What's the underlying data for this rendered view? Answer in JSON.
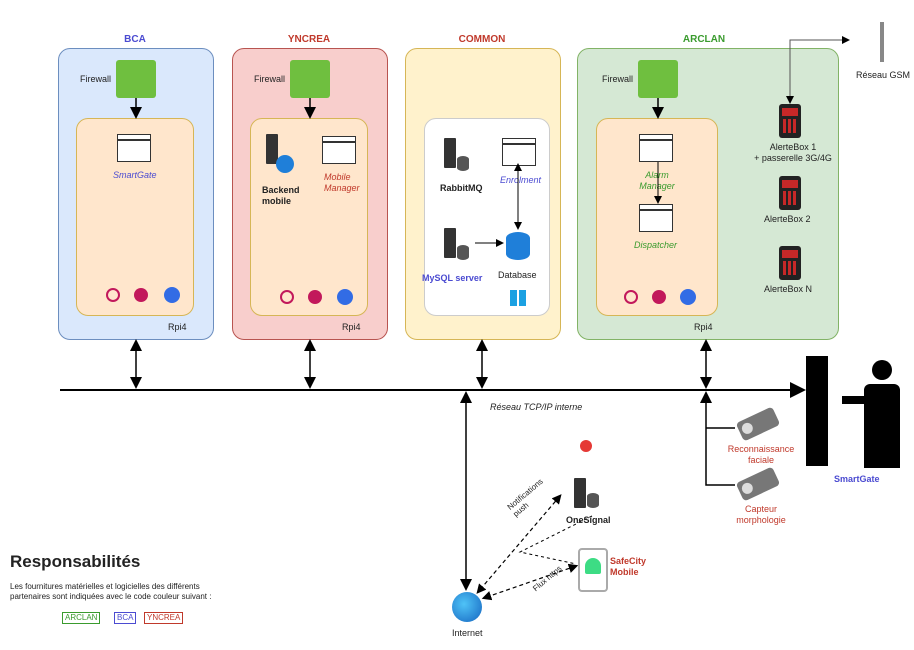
{
  "panels": {
    "bca": {
      "title": "BCA",
      "firewall": "Firewall",
      "app": "SmartGate",
      "host": "Rpi4"
    },
    "yncrea": {
      "title": "YNCREA",
      "firewall": "Firewall",
      "backend": "Backend mobile",
      "app": "Mobile Manager",
      "host": "Rpi4"
    },
    "common": {
      "title": "COMMON",
      "rabbitmq": "RabbitMQ",
      "enrolment": "Enrolment",
      "mysql": "MySQL server",
      "database": "Database"
    },
    "arclan": {
      "title": "ARCLAN",
      "firewall": "Firewall",
      "alarm": "Alarm Manager",
      "dispatcher": "Dispatcher",
      "host": "Rpi4",
      "alerte1": "AlerteBox 1\n+ passerelle 3G/4G",
      "alerte2": "AlerteBox 2",
      "alerten": "AlerteBox N"
    }
  },
  "gsm": "Réseau GSM",
  "network_label": "Réseau TCP/IP interne",
  "smartgate_person": "SmartGate",
  "reco": "Reconnaissance faciale",
  "capteur": "Capteur morphologie",
  "onesignal": "OneSignal",
  "notif": "Notifications push",
  "flux": "Flux https",
  "safecity": "SafeCity Mobile",
  "internet": "Internet",
  "resp_title": "Responsabilités",
  "resp_text": "Les fournitures matérielles et logicielles des différents partenaires sont indiquées avec le code couleur suivant :",
  "legend": [
    "ARCLAN",
    "BCA",
    "YNCREA"
  ],
  "colors": {
    "bca": "#dae8fc",
    "yncrea": "#f8cecc",
    "common": "#fff2cc",
    "arclan": "#d5e8d4"
  }
}
